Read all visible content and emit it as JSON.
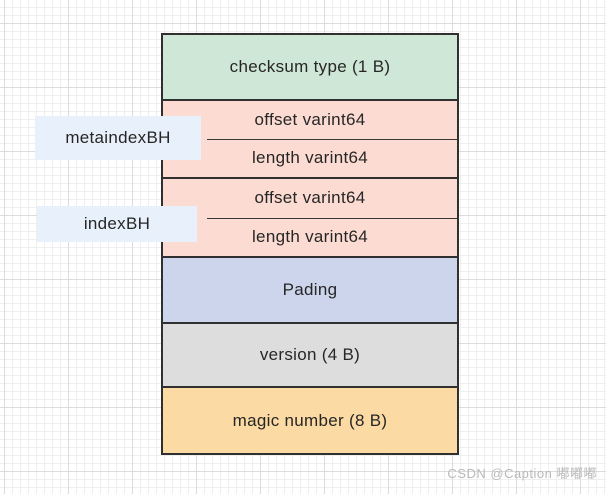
{
  "canvas": {
    "background": "#ffffff",
    "grid_minor_color": "#efefef",
    "grid_major_color": "#dcdcdc"
  },
  "diagram": {
    "border_color": "#303030",
    "blocks": [
      {
        "label": "checksum type (1 B)",
        "bg": "#cfe7d6"
      },
      {
        "label": "offset varint64",
        "bg": "#fcdcd2"
      },
      {
        "label": "length varint64",
        "bg": "#fcdcd2"
      },
      {
        "label": "offset varint64",
        "bg": "#fcdcd2"
      },
      {
        "label": "length varint64",
        "bg": "#fcdcd2"
      },
      {
        "label": "Pading",
        "bg": "#ccd5ec"
      },
      {
        "label": "version (4 B)",
        "bg": "#dddddd"
      },
      {
        "label": "magic number (8 B)",
        "bg": "#fbdaa3"
      }
    ],
    "side_labels": [
      {
        "text": "metaindexBH",
        "bg": "#e8f1fb"
      },
      {
        "text": "indexBH",
        "bg": "#e8f1fb"
      }
    ]
  },
  "watermark": {
    "text": "CSDN @Caption 嘟嘟嘟",
    "color": "#b9b9b9"
  }
}
